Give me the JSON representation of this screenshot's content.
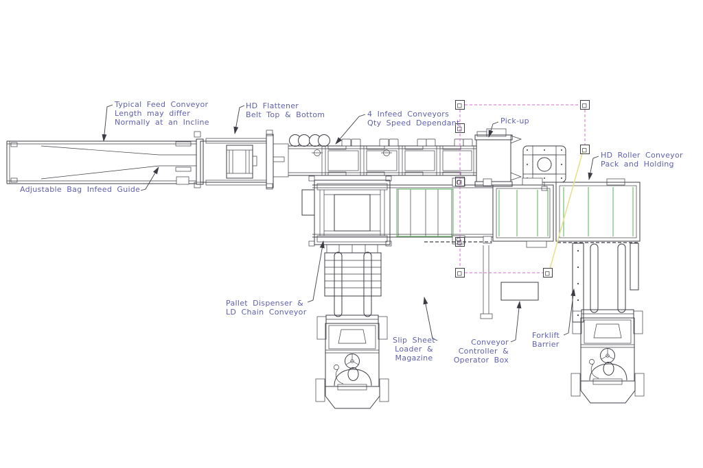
{
  "diagram": {
    "title": "Bag palletizing conveyor system - plan view layout",
    "labels": {
      "feed_conveyor": "Typical Feed Conveyor\nLength may differ\nNormally at an Incline",
      "hd_flattener": "HD Flattener\nBelt Top & Bottom",
      "infeed_conveyors": "4 Infeed Conveyors\nQty Speed Dependant",
      "pick_up": "Pick-up",
      "hd_roller": "HD Roller Conveyor\nPack and Holding",
      "bag_guide": "Adjustable Bag Infeed Guide",
      "pallet_dispenser": "Pallet Dispenser &\nLD Chain Conveyor",
      "slip_sheet": "Slip Sheet\nLoader &\nMagazine",
      "controller": "Conveyor\nController &\nOperator Box",
      "forklift_barrier": "Forklift\nBarrier"
    },
    "colors": {
      "background": "#ffffff",
      "label": "#5f5fae",
      "line": "#3c3c44",
      "magenta": "#d46ad4",
      "green": "#6fbe6f",
      "yellow": "#e3e38e"
    }
  }
}
